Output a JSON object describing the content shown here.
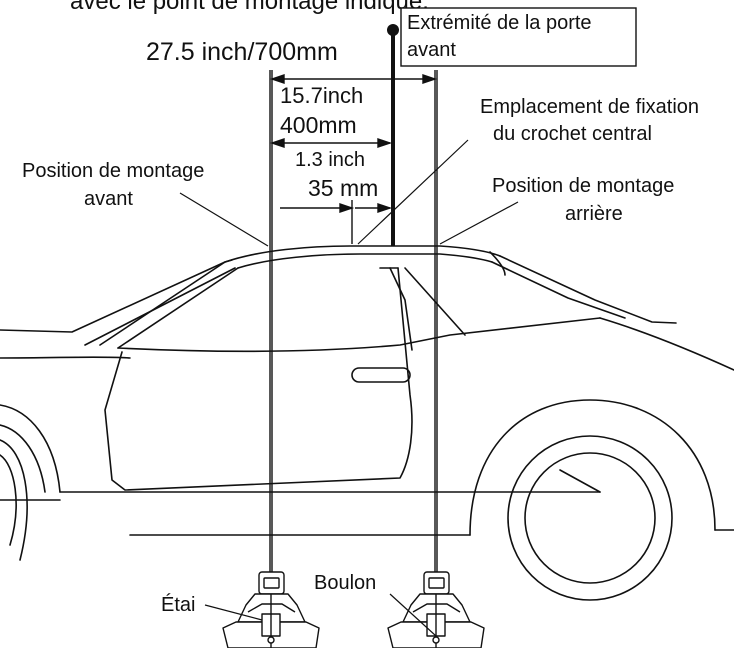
{
  "labels": {
    "top_cut": "avec le point de montage indiqué.",
    "door_edge": [
      "Extrémité de la porte",
      "avant"
    ],
    "total_dim": "27.5 inch/700mm",
    "mid_dim": [
      "15.7inch",
      "400mm"
    ],
    "center_fixation": [
      "Emplacement de fixation",
      "du crochet central"
    ],
    "small_dim": [
      "1.3 inch",
      "35 mm"
    ],
    "front_mount": [
      "Position de montage",
      "avant"
    ],
    "rear_mount": [
      "Position de montage",
      "arrière"
    ],
    "bolt": "Boulon",
    "stay": "Étai"
  },
  "colors": {
    "line": "#111111",
    "background": "#ffffff"
  }
}
